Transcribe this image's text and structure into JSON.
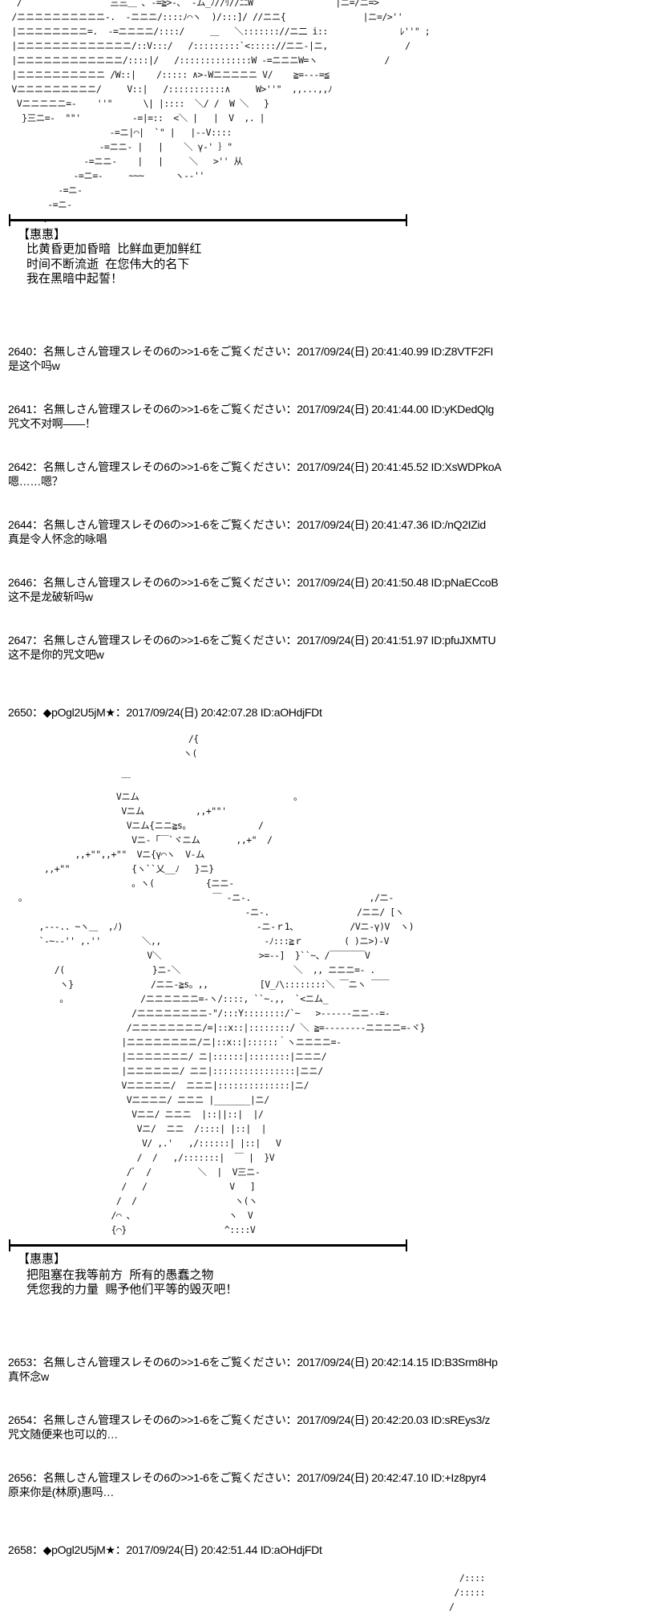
{
  "aa_top": [
    "  /￣￣￣￣￣￣￣￣￣￣三三＿ ､ -=≧>-､  ‐ム_ﾉ//ﾘ//ﾆﾆW                |ニ=/ニ=>",
    " /ニニニニニニニニニニ-.  -ニニニ/::::ﾉ⌒ヽ  )/:::]/ //ニニ{               |ニ=/>''",
    " |ニニニニニニニニ=.  -=ニニニニ/::::/     ＿   ＼::::::://ニ二 i::              ﾚ''\" ;",
    " |ニニニニニニニニニニニニニ/::V:::/   /:::::::::`<::::://ニニ-|ニ,               /",
    " |ニニニニニニニニニニニニ/::::|/   /::::::::::::::W -=ニニニW=ヽ             /",
    " |ニニニニニニニニニニ /W::|    /::::: ∧>-Wニニニニニ V/    ≧=---=≦",
    " Vニニニニニニニニニ/     V::|   /:::::::::::∧     W>''\"  ,,...,,ﾉ",
    "  Vニニニニニ=-    ''\"      \\| |::::  ＼/ /  W ＼   }",
    "   }三ニ=-  \"\"'          -=|=::  <＼ |   |  V  ,. |",
    "                    -=ニ|⌒|  `\" |   |--V::::",
    "                  -=ニニ- |   |    ＼ γ‐' ｝\"",
    "               -=ニニ-    |   |     ＼   >'' 从",
    "             -=ニ=-     ~~~      ヽ-‐'' ",
    "          -=ニ-",
    "        -=ニ-",
    "       ."
  ],
  "narration_1": {
    "speaker": "【惠惠】",
    "lines": [
      "比黄昏更加昏暗  比鲜血更加鲜红",
      "时间不断流逝  在您伟大的名下",
      "我在黑暗中起誓！"
    ]
  },
  "posts_1": [
    {
      "header": "2640：名無しさん管理スレその6の>>1-6をご覧ください：2017/09/24(日) 20:41:40.99 ID:Z8VTF2FI",
      "body": "是这个吗w"
    },
    {
      "header": "2641：名無しさん管理スレその6の>>1-6をご覧ください：2017/09/24(日) 20:41:44.00 ID:yKDedQlg",
      "body": "咒文不对啊——！"
    },
    {
      "header": "2642：名無しさん管理スレその6の>>1-6をご覧ください：2017/09/24(日) 20:41:45.52 ID:XsWDPkoA",
      "body": "嗯……嗯？"
    },
    {
      "header": "2644：名無しさん管理スレその6の>>1-6をご覧ください：2017/09/24(日) 20:41:47.36 ID:/nQ2IZid",
      "body": "真是令人怀念的咏唱"
    },
    {
      "header": "2646：名無しさん管理スレその6の>>1-6をご覧ください：2017/09/24(日) 20:41:50.48 ID:pNaECcoB",
      "body": "这不是龙破斩吗w"
    },
    {
      "header": "2647：名無しさん管理スレその6の>>1-6をご覧ください：2017/09/24(日) 20:41:51.97 ID:pfuJXMTU",
      "body": "这不是你的咒文吧w"
    }
  ],
  "post_2650": {
    "header": "2650：◆pOgl2U5jM★：2017/09/24(日) 20:42:07.28 ID:aOHdjFDt"
  },
  "aa_middle": [
    "                                   /{",
    "                                  ヽ(",
    "",
    "                      ￣",
    "                     Vニム                              。",
    "                      Vニム          ,,+\"\"'",
    "                       Vニム{ニニ≧s。             /",
    "                        Vニ-「￣`ヾニム       ,,+\"  /",
    "             ,,+\"\",,+\"\"  Vニ{γ⌒ヽ  V-ム",
    "       ,,+\"\"            {ヽ``乂__ﾉ   }ニ}",
    "                        。ヽ(          {ニニ-",
    "  。                                    ￣ -ニ-.                       ,/ニ-",
    "                                              -ニ-.                 /ニニ/ [ヽ",
    "      ,-‐-.. ~ヽ＿  ,ﾉ)                          -ニ-ｒ1、          /Vニ-γ)V  ヽ)",
    "      `-~‐-'' ,.''        ＼,,                    -ﾉ:::≧ｒ        ( )ニ>)-V",
    "                           V＼                   >=--]  }``~、/￣￣￣￣V",
    "         /(                 }ニ-＼                      ＼  ,, ニニニ=- .",
    "          ヽ}               /ニニ-≧s。,,          [V_ﾉ\\::::::::＼ ￣ニヽ ￣￣",
    "          。              /ニニニニニニ=-ヽ/::::, ``~.,,  `<ニム_",
    "                        /ニニニニニニニニ-\"/:::Y::::::::/`~   >-‐‐‐‐-ニニ-‐=-",
    "                       /ニニニニニニニニ/=|::x::|::::::::/ ＼ ≧=‐‐‐‐‐‐‐‐ニニニニ=-ヾ}",
    "                      |ニニニニニニニニ/ニ|::x::|::::::｀ヽニニニニ=-        ",
    "                      |ニニニニニニニ/ ニ|::::::|::::::::|ニニニ/",
    "                      |ニニニニニニ/ ニニ|::::::::::::::::|ニニ/",
    "                      Vニニニニニ/  ニニニ|::::::::::::::|ニ/",
    "                       Vニニニニ/ ニニニ |_______|ニ/",
    "                        Vニニ/ ニニニ  |::||::|  |/",
    "                         Vニ/  ニニ  /::::| |::|  |",
    "                          V/ ,.'   ,/::::::| |::|   V",
    "                         /  /   ,/:::::::|  ￣ |  }V",
    "                       /ﾞ  /         ＼  |  V三ニ-",
    "                      /   /                V   ]",
    "                     /  /                   ヽ(ヽ",
    "                    /⌒ ､                   ヽ  V",
    "                    {⌒}                   ^::::V"
  ],
  "narration_2": {
    "speaker": "【惠惠】",
    "lines": [
      "把阻塞在我等前方  所有的愚蠢之物",
      "凭您我的力量  赐予他们平等的毁灭吧！"
    ]
  },
  "posts_2": [
    {
      "header": "2653：名無しさん管理スレその6の>>1-6をご覧ください：2017/09/24(日) 20:42:14.15 ID:B3Srm8Hp",
      "body": "真怀念w"
    },
    {
      "header": "2654：名無しさん管理スレその6の>>1-6をご覧ください：2017/09/24(日) 20:42:20.03 ID:sREys3/z",
      "body": "咒文随便来也可以的…"
    },
    {
      "header": "2656：名無しさん管理スレその6の>>1-6をご覧ください：2017/09/24(日) 20:42:47.10 ID:+Iz8pyr4",
      "body": "原来你是(林原)惠吗…"
    }
  ],
  "post_2658": {
    "header": "2658：◆pOgl2U5jM★：2017/09/24(日) 20:42:51.44 ID:aOHdjFDt"
  },
  "aa_bottom": [
    "  /::::",
    " /:::::",
    "/"
  ]
}
